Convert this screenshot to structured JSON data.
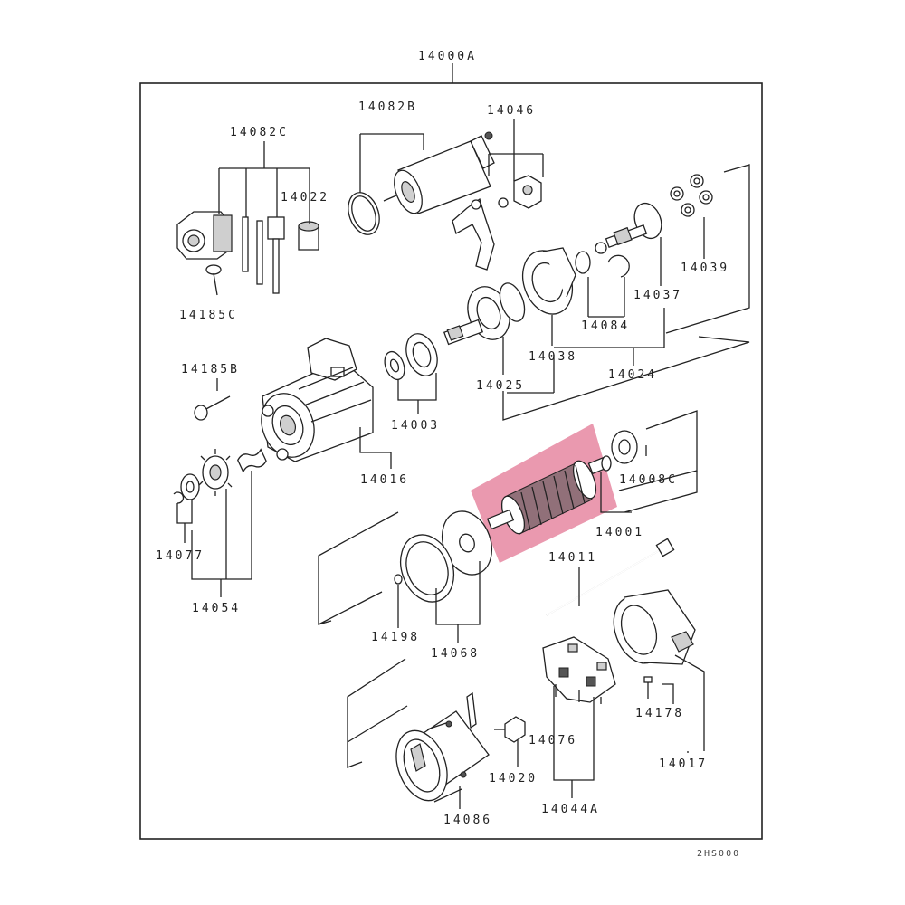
{
  "diagram": {
    "assembly_label": "14000A",
    "footer_code": "2HS000",
    "highlight_color": "#d9466e",
    "highlighted_part": "14001",
    "callouts": {
      "c14082C": "14082C",
      "c14082B": "14082B",
      "c14046": "14046",
      "c14022": "14022",
      "c14185C": "14185C",
      "c14039": "14039",
      "c14037": "14037",
      "c14084": "14084",
      "c14038": "14038",
      "c14024": "14024",
      "c14025": "14025",
      "c14185B": "14185B",
      "c14003": "14003",
      "c14016": "14016",
      "c14008C": "14008C",
      "c14001": "14001",
      "c14077": "14077",
      "c14054": "14054",
      "c14011": "14011",
      "c14198": "14198",
      "c14068": "14068",
      "c14076": "14076",
      "c14178": "14178",
      "c14017": "14017",
      "c14020": "14020",
      "c14086": "14086",
      "c14044A": "14044A"
    }
  }
}
